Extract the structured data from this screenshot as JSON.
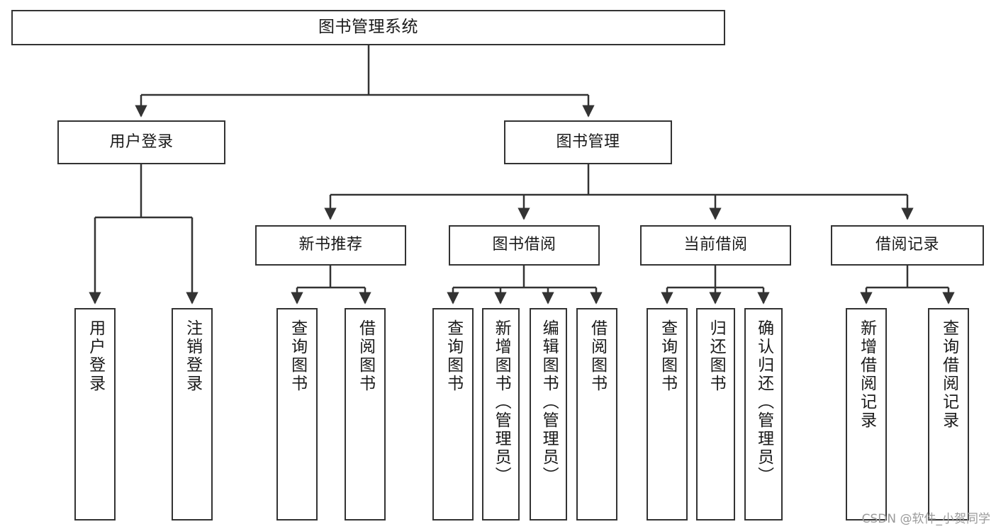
{
  "diagram": {
    "title": "图书管理系统",
    "type": "tree-hierarchy",
    "stroke_color": "#333333",
    "fill_color": "#ffffff",
    "text_color": "#1a1a1a"
  },
  "watermark": {
    "text": "CSDN @软件_小贺同学",
    "color": "#9a9a9a"
  },
  "nodes": {
    "root": {
      "label": "图书管理系统",
      "level": 0
    },
    "l1": [
      {
        "id": "user-login",
        "label": "用户登录",
        "level": 1
      },
      {
        "id": "book-manage",
        "label": "图书管理",
        "level": 1
      }
    ],
    "l2": [
      {
        "id": "new-book-rec",
        "label": "新书推荐",
        "level": 2
      },
      {
        "id": "book-borrow",
        "label": "图书借阅",
        "level": 2
      },
      {
        "id": "current-borrow",
        "label": "当前借阅",
        "level": 2
      },
      {
        "id": "borrow-record",
        "label": "借阅记录",
        "level": 2
      }
    ],
    "leaves": [
      {
        "id": "leaf-user-login",
        "label": "用户登录",
        "parent": "user-login"
      },
      {
        "id": "leaf-logout",
        "label": "注销登录",
        "parent": "user-login"
      },
      {
        "id": "leaf-query-book-1",
        "label": "查询图书",
        "parent": "new-book-rec"
      },
      {
        "id": "leaf-borrow-book-1",
        "label": "借阅图书",
        "parent": "new-book-rec"
      },
      {
        "id": "leaf-query-book-2",
        "label": "查询图书",
        "parent": "book-borrow"
      },
      {
        "id": "leaf-add-book",
        "label": "新增图书（管理员）",
        "parent": "book-borrow"
      },
      {
        "id": "leaf-edit-book",
        "label": "编辑图书（管理员）",
        "parent": "book-borrow"
      },
      {
        "id": "leaf-borrow-book-2",
        "label": "借阅图书",
        "parent": "book-borrow"
      },
      {
        "id": "leaf-query-book-3",
        "label": "查询图书",
        "parent": "current-borrow"
      },
      {
        "id": "leaf-return-book",
        "label": "归还图书",
        "parent": "current-borrow"
      },
      {
        "id": "leaf-confirm-return",
        "label": "确认归还（管理员）",
        "parent": "current-borrow"
      },
      {
        "id": "leaf-add-record",
        "label": "新增借阅记录",
        "parent": "borrow-record"
      },
      {
        "id": "leaf-query-record",
        "label": "查询借阅记录",
        "parent": "borrow-record"
      }
    ]
  }
}
